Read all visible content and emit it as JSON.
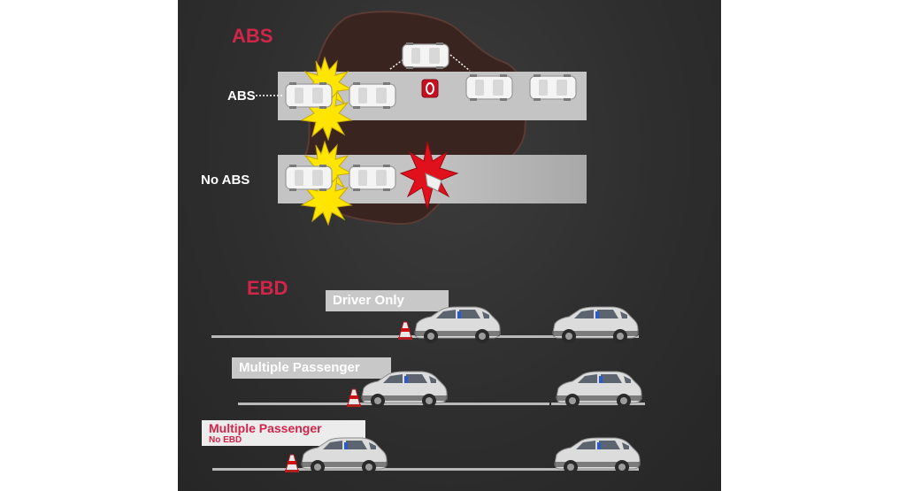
{
  "abs": {
    "title": "ABS",
    "row_abs_label": "ABS",
    "row_noabs_label": "No ABS"
  },
  "ebd": {
    "title": "EBD",
    "row1_label": "Driver Only",
    "row2_label": "Multiple Passenger",
    "row3_label": "Multiple Passenger",
    "row3_sublabel": "No EBD"
  },
  "colors": {
    "accent_red": "#d3254a",
    "background": "#2e2e2e",
    "oil_slick": "#3a2420",
    "flash_yellow": "#ffe500",
    "crash_red": "#e0101c"
  },
  "icons": [
    "topview-car-icon",
    "skid-flash-icon",
    "crash-burst-icon",
    "warning-light-icon",
    "suv-icon",
    "traffic-cone-icon"
  ]
}
